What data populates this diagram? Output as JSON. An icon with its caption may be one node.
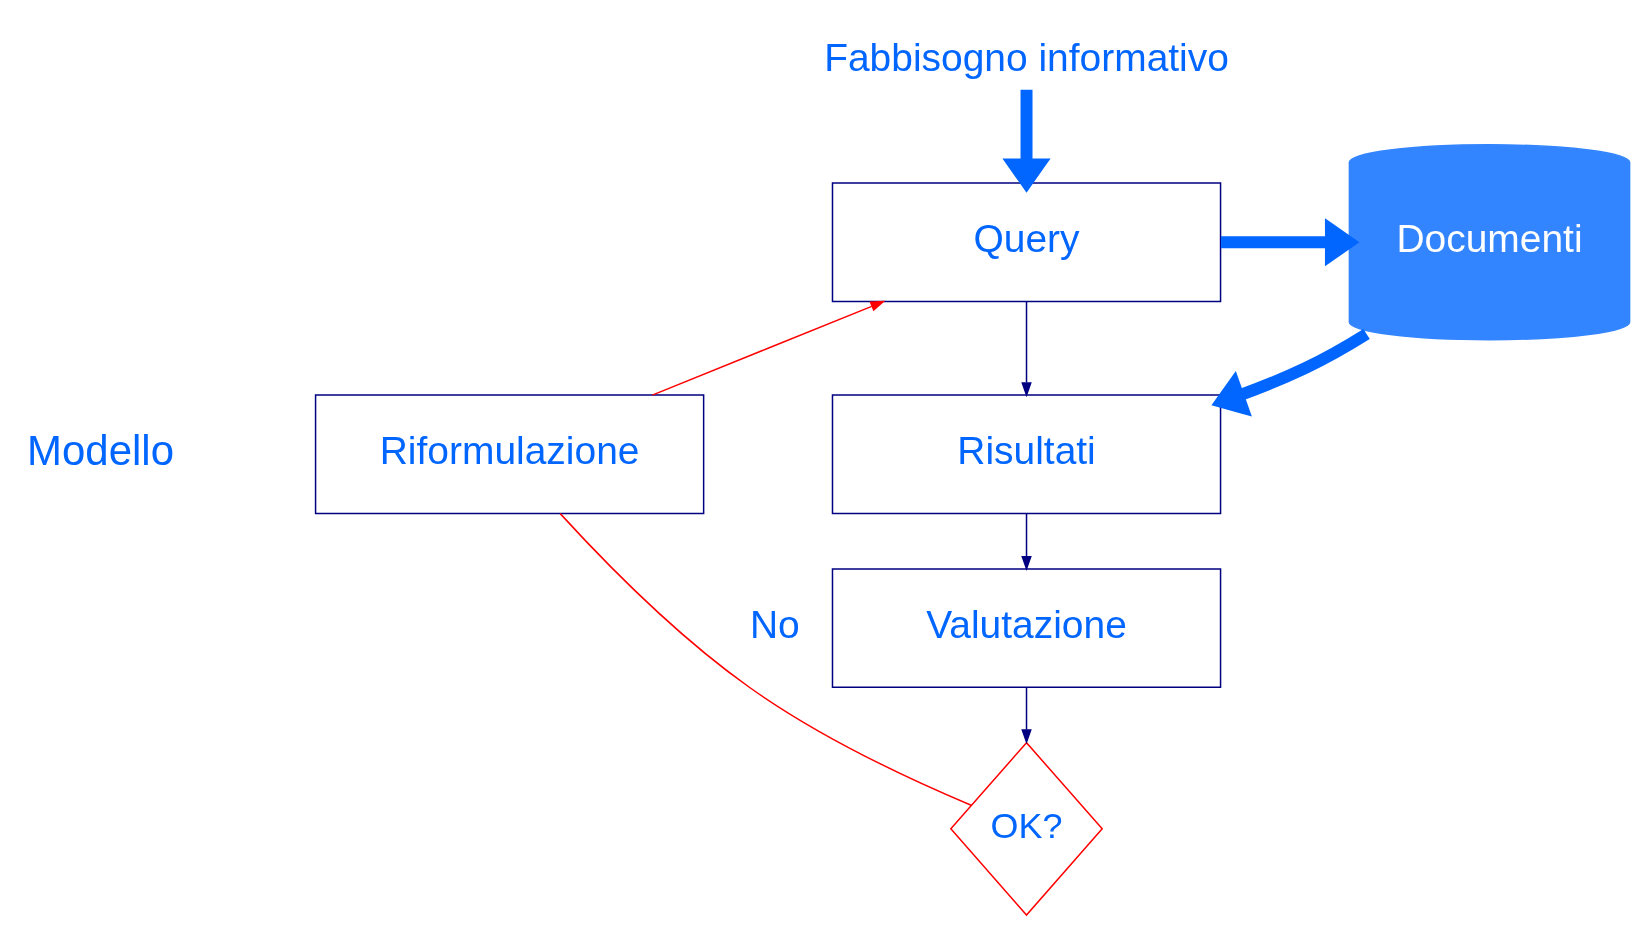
{
  "diagram": {
    "nodes": [
      {
        "text": [
          "Fabbisogno informativo"
        ]
      },
      {
        "text": [
          "Query"
        ]
      },
      {
        "text": [
          "Documenti"
        ]
      },
      {
        "text": [
          "Riformulazione"
        ]
      },
      {
        "text": [
          "Risultati"
        ]
      },
      {
        "text": [
          "Valutazione"
        ]
      },
      {
        "text": [
          "OK?"
        ]
      }
    ],
    "edges": [
      {
        "from": 0,
        "to": 1,
        "arrow": "to",
        "style": "thick",
        "color": "#0066ff"
      },
      {
        "from": 1,
        "to": 2,
        "arrow": "to",
        "style": "thick",
        "color": "#0066ff"
      },
      {
        "from": 2,
        "to": 4,
        "arrow": "to",
        "style": "thick",
        "color": "#0066ff"
      },
      {
        "from": 1,
        "to": 4,
        "arrow": "to",
        "color": "#000080"
      },
      {
        "from": 4,
        "to": 5,
        "arrow": "to",
        "color": "#000080"
      },
      {
        "from": 5,
        "to": 6,
        "arrow": "to",
        "color": "#000080"
      },
      {
        "from": 6,
        "to": 3,
        "arrow": "none",
        "color": "#ff0000",
        "label": "No"
      },
      {
        "from": 3,
        "to": 1,
        "arrow": "to",
        "color": "#ff0000"
      }
    ],
    "labels": [
      "Modello"
    ]
  }
}
